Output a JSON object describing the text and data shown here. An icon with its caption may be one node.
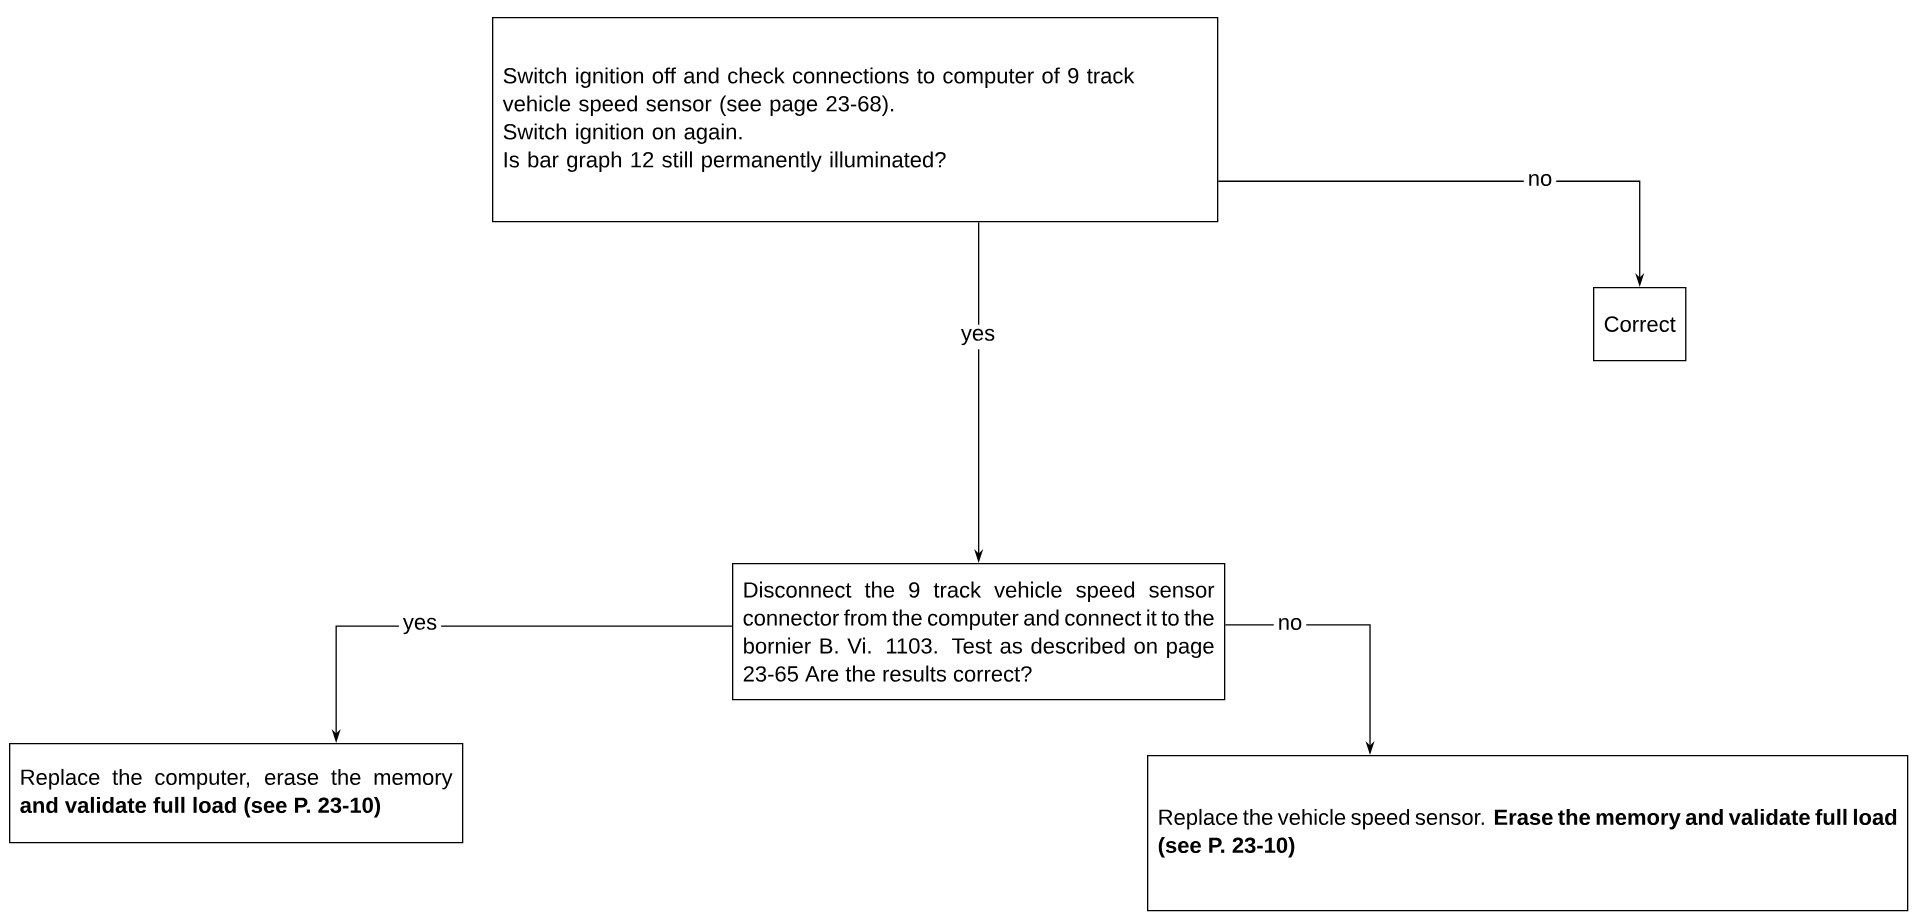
{
  "diagram": {
    "nodes": [
      {
        "text": [
          "Switch ignition off and check connections to computer of 9 track vehicle speed sensor (see page 23-68).",
          "Switch ignition on again.",
          "Is bar graph 12 still permanently illuminated?"
        ]
      },
      {
        "text": [
          "Correct"
        ]
      },
      {
        "text": [
          "Disconnect the 9 track vehicle speed sensor connector from the computer and connect it to the bornier B. Vi. 1103. Test as described on page 23-65 Are the results correct?"
        ]
      },
      {
        "text": [
          "Replace the computer, erase the memory **and validate full load (see P. 23-10)**"
        ]
      },
      {
        "text": [
          "Replace the vehicle speed sensor. **Erase the memory and validate full load (see P. 23-10)**"
        ]
      }
    ],
    "edges": [
      {
        "from": 0,
        "to": 1,
        "arrow": "to",
        "label": "no"
      },
      {
        "from": 0,
        "to": 2,
        "arrow": "to",
        "label": "yes"
      },
      {
        "from": 2,
        "to": 3,
        "arrow": "to",
        "label": "yes"
      },
      {
        "from": 2,
        "to": 4,
        "arrow": "to",
        "label": "no"
      }
    ]
  }
}
